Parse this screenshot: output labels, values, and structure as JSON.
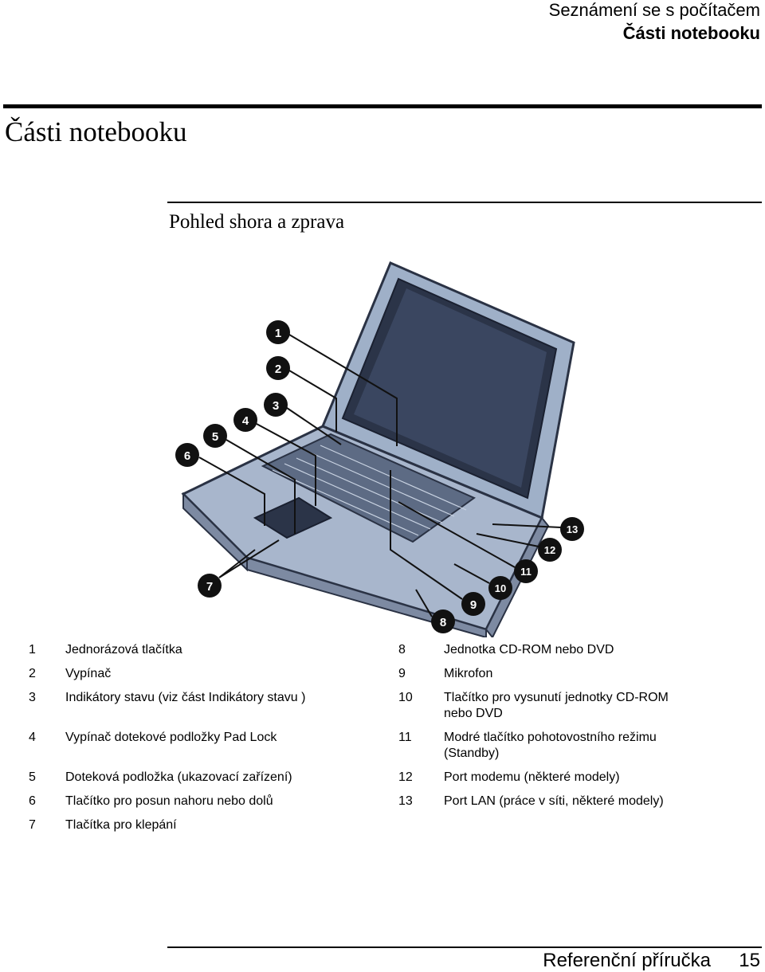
{
  "header": {
    "chapter": "Seznámení se s počítačem",
    "section": "Části notebooku"
  },
  "page_title": "Části notebooku",
  "subtitle": "Pohled shora a zprava",
  "callouts": [
    "1",
    "2",
    "3",
    "4",
    "5",
    "6",
    "7",
    "8",
    "9",
    "10",
    "11",
    "12",
    "13"
  ],
  "legend_left": [
    {
      "num": "1",
      "text": "Jednorázová tlačítka"
    },
    {
      "num": "2",
      "text": "Vypínač"
    },
    {
      "num": "3",
      "text": "Indikátory stavu (viz část Indikátory stavu )"
    },
    {
      "num": "4",
      "text": "Vypínač dotekové podložky Pad Lock"
    },
    {
      "num": "5",
      "text": "Doteková podložka (ukazovací zařízení)"
    },
    {
      "num": "6",
      "text": "Tlačítko pro posun nahoru nebo dolů"
    },
    {
      "num": "7",
      "text": "Tlačítka pro klepání"
    }
  ],
  "legend_right": [
    {
      "num": "8",
      "text": "Jednotka CD-ROM nebo DVD"
    },
    {
      "num": "9",
      "text": "Mikrofon"
    },
    {
      "num": "10",
      "text": "Tlačítko pro vysunutí jednotky CD-ROM nebo DVD"
    },
    {
      "num": "11",
      "text": "Modré tlačítko pohotovostního režimu (Standby)"
    },
    {
      "num": "12",
      "text": "Port modemu (některé modely)"
    },
    {
      "num": "13",
      "text": "Port LAN (práce v síti, některé modely)"
    }
  ],
  "footer": {
    "title": "Referenční příručka",
    "page": "15"
  }
}
